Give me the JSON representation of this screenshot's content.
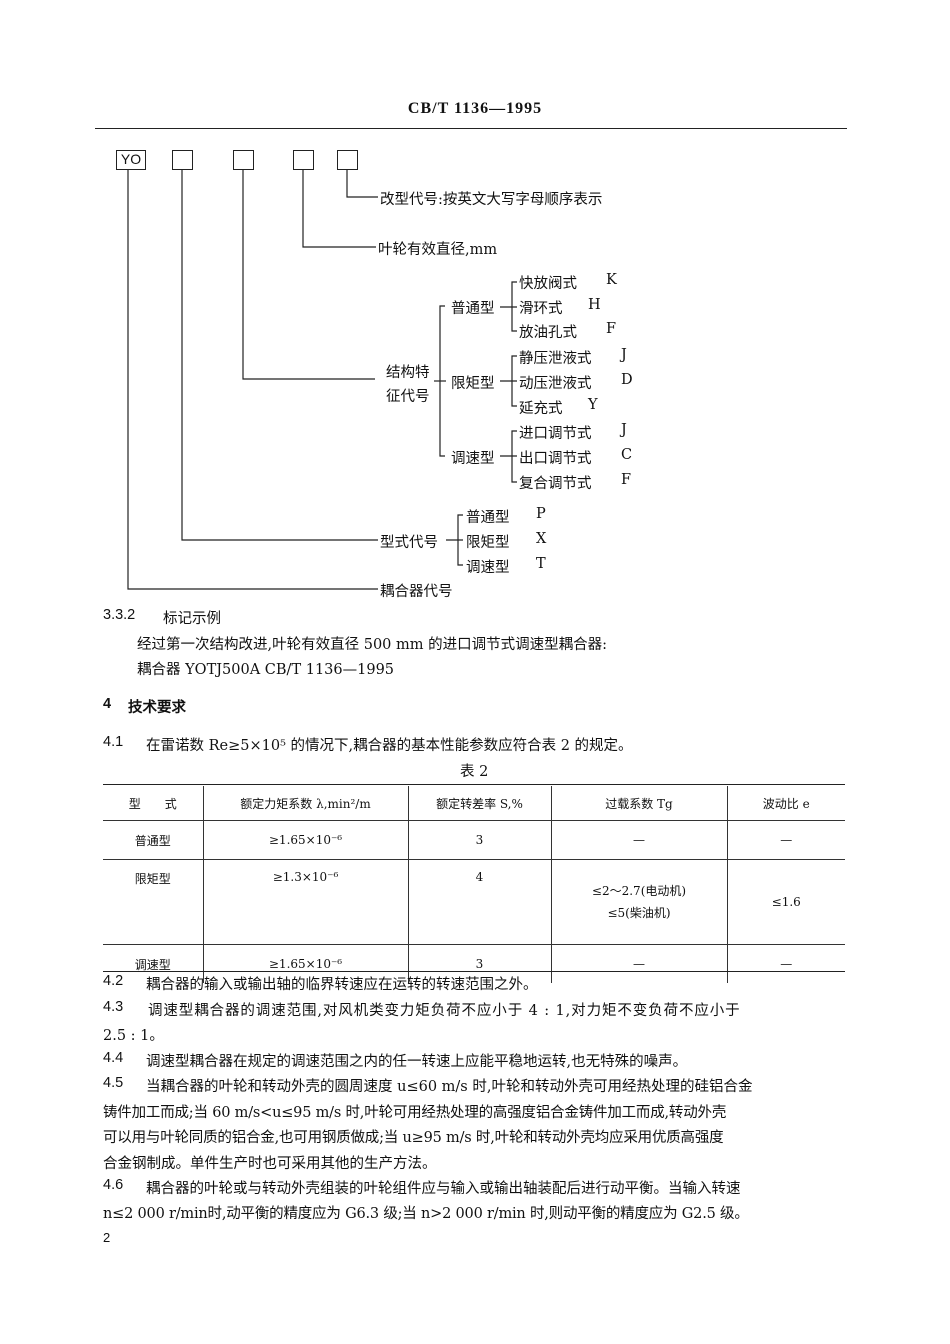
{
  "header": {
    "standard_no": "CB/T 1136—1995"
  },
  "diagram": {
    "box_yo": "YO",
    "mod_code": "改型代号:按英文大写字母顺序表示",
    "impeller_dia": "叶轮有效直径,mm",
    "struct_label_1": "结构特",
    "struct_label_2": "征代号",
    "groups": [
      {
        "name": "普通型",
        "items": [
          {
            "label": "快放阀式",
            "code": "K"
          },
          {
            "label": "滑环式",
            "code": "H"
          },
          {
            "label": "放油孔式",
            "code": "F"
          }
        ]
      },
      {
        "name": "限矩型",
        "items": [
          {
            "label": "静压泄液式",
            "code": "J"
          },
          {
            "label": "动压泄液式",
            "code": "D"
          },
          {
            "label": "延充式",
            "code": "Y"
          }
        ]
      },
      {
        "name": "调速型",
        "items": [
          {
            "label": "进口调节式",
            "code": "J"
          },
          {
            "label": "出口调节式",
            "code": "C"
          },
          {
            "label": "复合调节式",
            "code": "F"
          }
        ]
      }
    ],
    "type_code_label": "型式代号",
    "type_items": [
      {
        "label": "普通型",
        "code": "P"
      },
      {
        "label": "限矩型",
        "code": "X"
      },
      {
        "label": "调速型",
        "code": "T"
      }
    ],
    "coupler_code": "耦合器代号"
  },
  "s332": {
    "num": "3.3.2",
    "title": "标记示例",
    "line1": "经过第一次结构改进,叶轮有效直径 500 mm 的进口调节式调速型耦合器:",
    "line2": "耦合器   YOTJ500A   CB/T 1136—1995"
  },
  "s4": {
    "num": "4",
    "title": "技术要求"
  },
  "s41": {
    "num": "4.1",
    "text": "在雷诺数 Re≥5×10⁵ 的情况下,耦合器的基本性能参数应符合表 2 的规定。"
  },
  "table2": {
    "caption": "表 2",
    "headers": [
      "型　　式",
      "额定力矩系数 λ,min²/m",
      "额定转差率 S,%",
      "过载系数 Tg",
      "波动比 e"
    ],
    "rows": [
      {
        "type": "普通型",
        "lambda": "≥1.65×10⁻⁶",
        "slip": "3",
        "overload": "—",
        "wave": "—"
      },
      {
        "type": "限矩型",
        "lambda": "≥1.3×10⁻⁶",
        "slip": "4",
        "overload1": "≤2～2.7(电动机)",
        "overload2": "≤5(柴油机)",
        "wave": "≤1.6"
      },
      {
        "type": "调速型",
        "lambda": "≥1.65×10⁻⁶",
        "slip": "3",
        "overload": "—",
        "wave": "—"
      }
    ]
  },
  "s42": {
    "num": "4.2",
    "text": "耦合器的输入或输出轴的临界转速应在运转的转速范围之外。"
  },
  "s43": {
    "num": "4.3",
    "text1": "调速型耦合器的调速范围,对风机类变力矩负荷不应小于 4 : 1,对力矩不变负荷不应小于",
    "text2": "2.5 : 1。"
  },
  "s44": {
    "num": "4.4",
    "text": "调速型耦合器在规定的调速范围之内的任一转速上应能平稳地运转,也无特殊的噪声。"
  },
  "s45": {
    "num": "4.5",
    "text1": "当耦合器的叶轮和转动外壳的圆周速度 u≤60 m/s 时,叶轮和转动外壳可用经热处理的硅铝合金",
    "text2": "铸件加工而成;当 60 m/s<u≤95 m/s 时,叶轮可用经热处理的高强度铝合金铸件加工而成,转动外壳",
    "text3": "可以用与叶轮同质的铝合金,也可用钢质做成;当 u≥95 m/s 时,叶轮和转动外壳均应采用优质高强度",
    "text4": "合金钢制成。单件生产时也可采用其他的生产方法。"
  },
  "s46": {
    "num": "4.6",
    "text1": "耦合器的叶轮或与转动外壳组装的叶轮组件应与输入或输出轴装配后进行动平衡。当输入转速",
    "text2": "n≤2 000 r/min时,动平衡的精度应为 G6.3 级;当 n>2 000 r/min 时,则动平衡的精度应为 G2.5 级。"
  },
  "page": {
    "number": "2"
  }
}
